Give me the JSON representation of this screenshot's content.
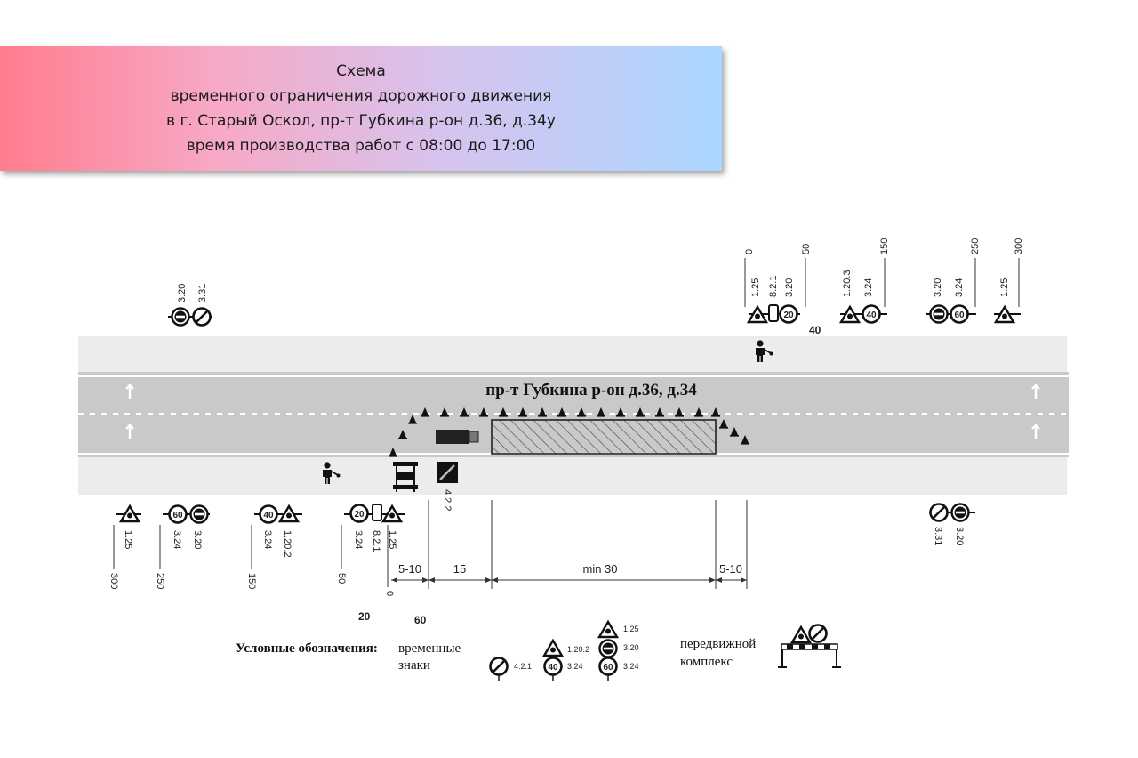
{
  "header": {
    "line1": "Схема",
    "line2": "временного ограничения дорожного движения",
    "line3": "в г. Старый Оскол, пр-т Губкина р-он д.36, д.34у",
    "line4": "время производства работ с 08:00 до 17:00"
  },
  "road": {
    "name": "пр-т Губкина р-он д.36, д.34",
    "surface_color": "#c9c9c9"
  },
  "top_left_signs": {
    "codes": [
      "3.20",
      "3.31"
    ]
  },
  "top_right_signs": {
    "distances": [
      "0",
      "50",
      "150",
      "250",
      "300"
    ],
    "group_50": [
      "1.25",
      "8.2.1",
      "3.20"
    ],
    "group_150": [
      "1.20.3",
      "3.24"
    ],
    "group_250": [
      "3.20",
      "3.24"
    ],
    "group_300": [
      "1.25"
    ],
    "speed_40": "40",
    "speed_20": "20",
    "speed_60": "60",
    "label_40": "40"
  },
  "bottom_right_signs": {
    "codes": [
      "3.31",
      "3.20"
    ]
  },
  "bottom_left_signs": {
    "group_300": [
      "1.25"
    ],
    "group_250": [
      "3.24",
      "3.20"
    ],
    "group_150": [
      "3.24",
      "1.20.2"
    ],
    "group_50": [
      "3.24",
      "8.2.1",
      "1.25"
    ],
    "distances": [
      "300",
      "250",
      "150",
      "50",
      "0"
    ],
    "speed_60": "60",
    "speed_40": "40",
    "speed_20": "20",
    "label_20": "20",
    "label_60": "60"
  },
  "barrier_sign": "4.2.2",
  "dimensions": [
    "5-10",
    "15",
    "min 30",
    "5-10"
  ],
  "legend": {
    "title": "Условные обозначения:",
    "temp_line1": "временные",
    "temp_line2": "знаки",
    "codes": [
      "4.2.1",
      "1.20.2",
      "3.24",
      "1.25",
      "3.20",
      "3.24"
    ],
    "speed_40": "40",
    "speed_60": "60",
    "mobile_line1": "передвижной",
    "mobile_line2": "комплекс"
  }
}
